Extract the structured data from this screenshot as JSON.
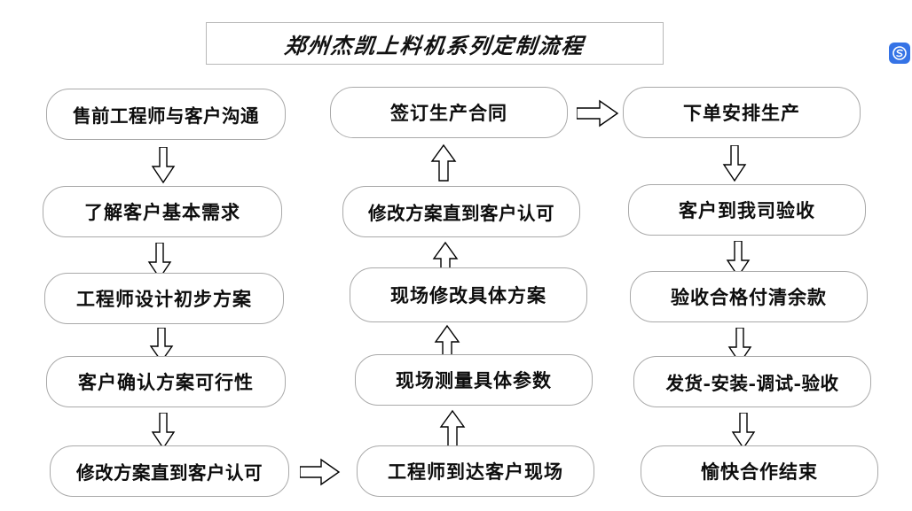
{
  "title": {
    "text": "郑州杰凯上料机系列定制流程"
  },
  "columns": [
    {
      "name": "column-1",
      "direction": "down",
      "nodes": [
        {
          "label": "售前工程师与客户沟通"
        },
        {
          "label": "了解客户基本需求"
        },
        {
          "label": "工程师设计初步方案"
        },
        {
          "label": "客户确认方案可行性"
        },
        {
          "label": "修改方案直到客户认可"
        }
      ]
    },
    {
      "name": "column-2",
      "direction": "up",
      "nodes": [
        {
          "label": "签订生产合同"
        },
        {
          "label": "修改方案直到客户认可"
        },
        {
          "label": "现场修改具体方案"
        },
        {
          "label": "现场测量具体参数"
        },
        {
          "label": "工程师到达客户现场"
        }
      ]
    },
    {
      "name": "column-3",
      "direction": "down",
      "nodes": [
        {
          "label": "下单安排生产"
        },
        {
          "label": "客户到我司验收"
        },
        {
          "label": "验收合格付清余款"
        },
        {
          "label": "发货-安装-调试-验收"
        },
        {
          "label": "愉快合作结束"
        }
      ]
    }
  ],
  "connectors": {
    "col1_to_col2": "arrow-right",
    "col2_to_col3": "arrow-right",
    "col1_internal": "arrow-down",
    "col2_internal": "arrow-up",
    "col3_internal": "arrow-down"
  },
  "watermark": {
    "glyph": "S",
    "color": "#3573e6"
  },
  "colors": {
    "box_border": "#a9a9a9",
    "title_border": "#b8b8b8",
    "text": "#0d0d0d",
    "arrow_stroke": "#000000",
    "arrow_fill": "#ffffff",
    "background": "#ffffff"
  }
}
